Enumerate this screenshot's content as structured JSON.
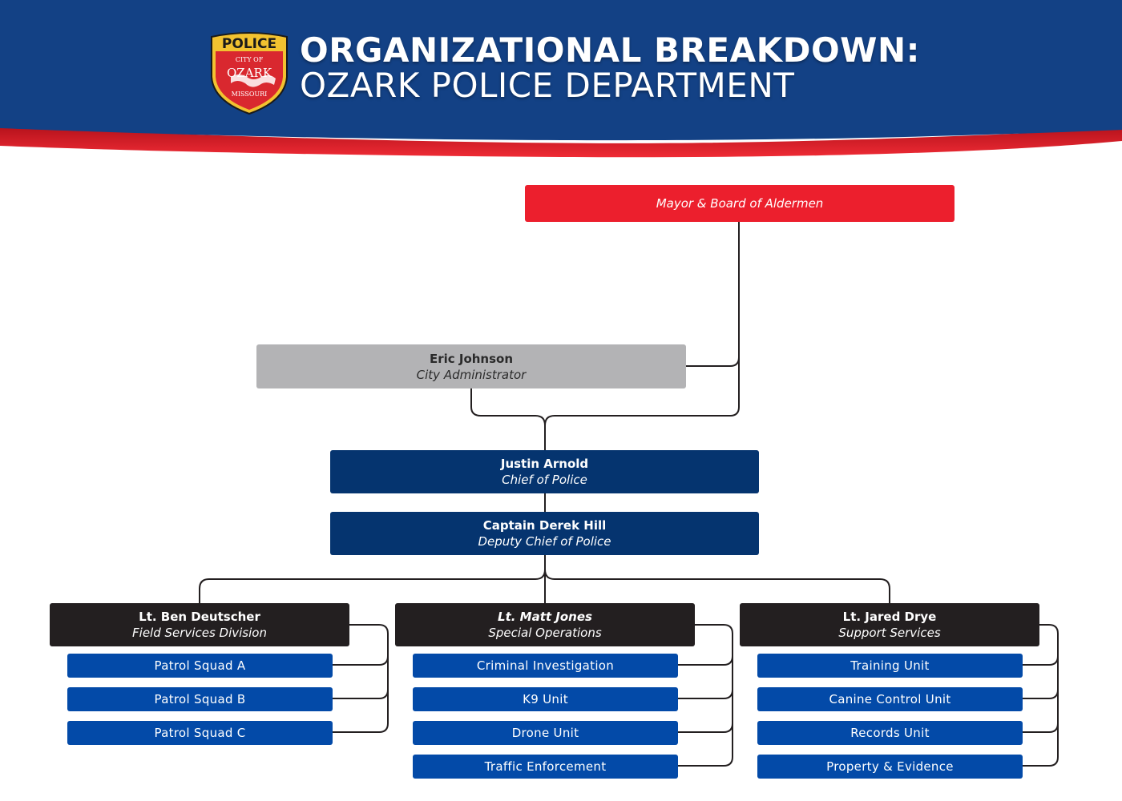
{
  "header": {
    "title_line1": "ORGANIZATIONAL BREAKDOWN:",
    "title_line2": "OZARK POLICE DEPARTMENT",
    "badge": {
      "top": "POLICE",
      "city_of": "CITY OF",
      "city": "OZARK",
      "state": "MISSOURI"
    },
    "colors": {
      "navy": "#134185",
      "red": "#ec1f2d"
    }
  },
  "mayor": {
    "role": "Mayor & Board of Aldermen"
  },
  "administrator": {
    "name": "Eric Johnson",
    "role": "City Administrator"
  },
  "chief": {
    "name": "Justin Arnold",
    "role": "Chief of Police"
  },
  "deputy": {
    "name": "Captain Derek Hill",
    "role": "Deputy Chief of Police"
  },
  "divisions": [
    {
      "name": "Lt. Ben Deutscher",
      "role": "Field Services Division",
      "units": [
        "Patrol Squad A",
        "Patrol Squad B",
        "Patrol Squad C"
      ]
    },
    {
      "name": "Lt. Matt Jones",
      "role": "Special Operations",
      "units": [
        "Criminal Investigation",
        "K9 Unit",
        "Drone Unit",
        "Traffic Enforcement"
      ]
    },
    {
      "name": "Lt. Jared Drye",
      "role": "Support Services",
      "units": [
        "Training Unit",
        "Canine Control Unit",
        "Records Unit",
        "Property & Evidence"
      ]
    }
  ]
}
